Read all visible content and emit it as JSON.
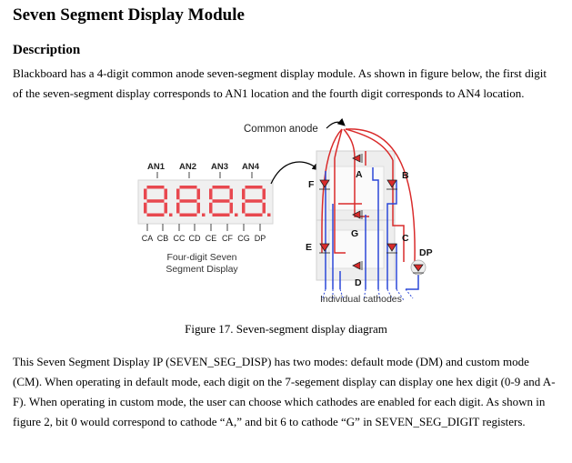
{
  "page": {
    "title": "Seven Segment Display Module",
    "section_heading": "Description",
    "para1_line1": "Blackboard has a 4-digit common anode seven-segment display module. As shown in figure below, the first digit",
    "para1_line2": "of the seven-segment display corresponds to AN1 location and the fourth digit corresponds to AN4 location.",
    "caption": "Figure 17. Seven-segment display diagram",
    "para2_line1": "This Seven Segment Display IP (SEVEN_SEG_DISP) has two modes: default mode (DM) and custom mode",
    "para2_line2": "(CM). When operating in default mode, each digit on the 7-segement display can display one hex digit (0-9 and A-",
    "para2_line3": "F). When operating in custom mode, the user can choose which cathodes are enabled for each digit. As shown in",
    "para2_line4": "figure 2, bit 0 would correspond to cathode “A,” and bit 6 to cathode “G” in SEVEN_SEG_DIGIT registers."
  },
  "figure": {
    "common_anode_label": "Common anode",
    "anode_labels": [
      "AN1",
      "AN2",
      "AN3",
      "AN4"
    ],
    "cathode_labels": [
      "CA",
      "CB",
      "CC",
      "CD",
      "CE",
      "CF",
      "CG",
      "DP"
    ],
    "display_caption_line1": "Four-digit Seven",
    "display_caption_line2": "Segment Display",
    "segment_labels": {
      "a": "A",
      "b": "B",
      "c": "C",
      "d": "D",
      "e": "E",
      "f": "F",
      "g": "G",
      "dp": "DP"
    },
    "cathodes_label": "Individual cathodes",
    "colors": {
      "segment_red": "#e8484f",
      "display_bg": "#f2f2f2",
      "anode_wire": "#d92b2b",
      "cathode_wire": "#2c48d8"
    }
  }
}
